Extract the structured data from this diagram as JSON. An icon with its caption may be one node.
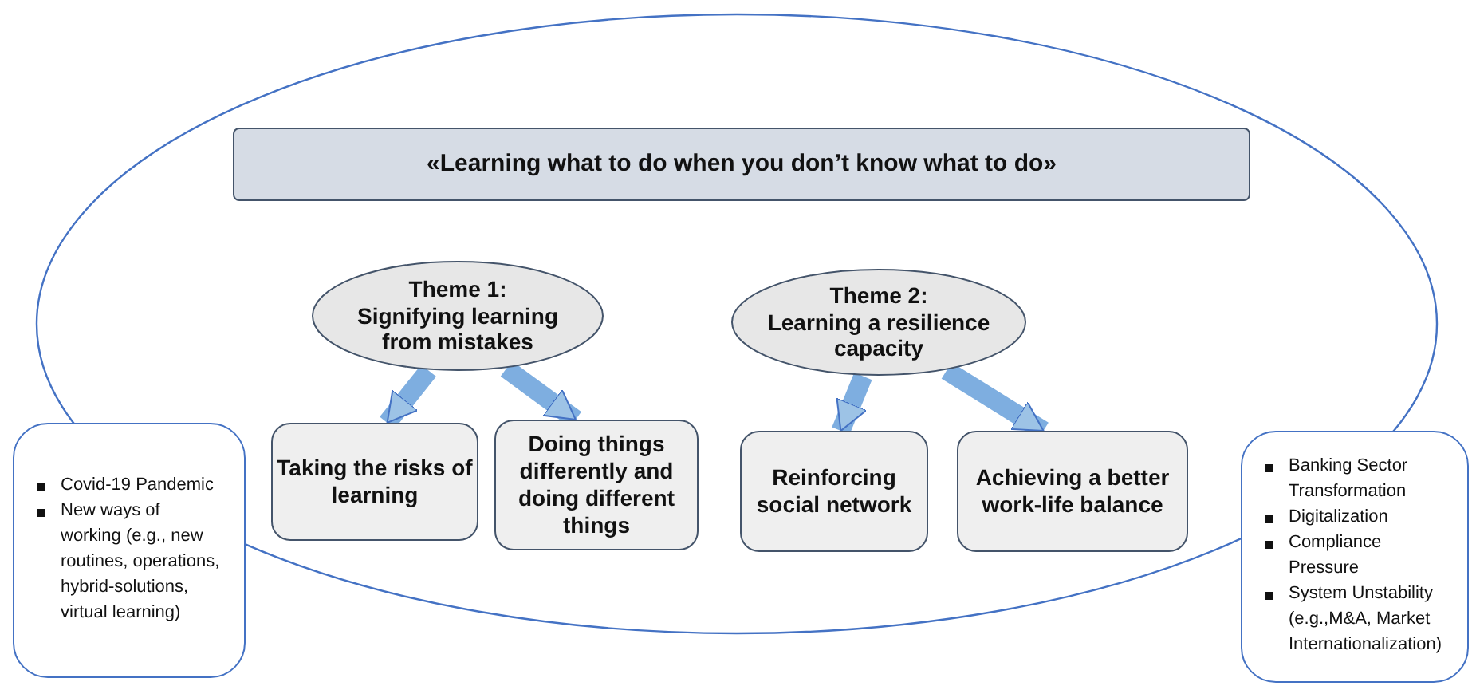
{
  "diagram": {
    "nodes": [
      {
        "text": [],
        "shape": "ellipse"
      },
      {
        "text": [
          "«Learning what to do when you don’t know what to do»"
        ],
        "in": 0
      },
      {
        "text": [
          "Theme 1:",
          "Signifying learning from mistakes"
        ],
        "in": 0
      },
      {
        "text": [
          "Theme 2:",
          "Learning a resilience capacity"
        ],
        "in": 0
      },
      {
        "text": [
          "Taking the risks of learning"
        ],
        "in": 0
      },
      {
        "text": [
          "Doing things differently and doing different things"
        ],
        "in": 0
      },
      {
        "text": [
          "Reinforcing social network"
        ],
        "in": 0
      },
      {
        "text": [
          "Achieving a better work-life balance"
        ],
        "in": 0
      },
      {
        "text": [
          "Covid-19 Pandemic",
          "New ways of working (e.g., new routines, operations, hybrid-solutions, virtual learning)"
        ]
      },
      {
        "text": [
          "Banking Sector Transformation",
          "Digitalization",
          "Compliance Pressure",
          "System Unstability (e.g.,M&A, Market Internationalization)"
        ]
      }
    ],
    "edges": [
      {
        "from": 2,
        "to": 4,
        "arrow": "to"
      },
      {
        "from": 2,
        "to": 5,
        "arrow": "to"
      },
      {
        "from": 3,
        "to": 6,
        "arrow": "to"
      },
      {
        "from": 3,
        "to": 7,
        "arrow": "to"
      }
    ]
  }
}
